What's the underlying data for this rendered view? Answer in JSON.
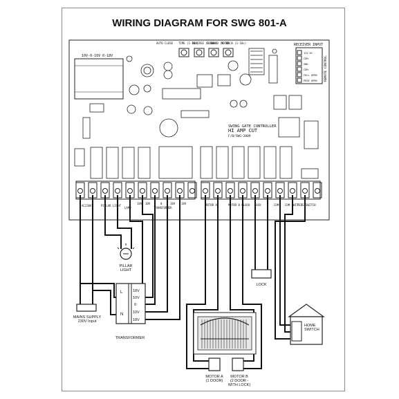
{
  "title": "WIRING DIAGRAM FOR SWG 801-A",
  "board": {
    "name": "SWING GATE CONTROLLER",
    "subtitle": "HI AMP CUT",
    "drawing_no": "F/B/SWG-2009",
    "receiver_input": "RECEIVER INPUT",
    "remote_control": "REMOTE CONTROL",
    "transformer_label": "10V-0-10V  0-18V",
    "timer_labels": [
      "AUTO CLOSE",
      "TIME (1-10s)",
      "REVERSE (1-30s)",
      "FORWARD (1-30s)",
      "MOTOR A (1-10s)"
    ],
    "receiver_pins": [
      "12V DC",
      "COM",
      "GND",
      "COM",
      "FULL OPEN",
      "PEDE OPEN"
    ]
  },
  "terminal_labels": {
    "left": [
      "AC230V",
      "PILLAR LIGHT",
      "LAMP",
      "18V",
      "10V",
      "0",
      "10V",
      "18V"
    ],
    "left_group": "TRANSFORMER",
    "right": [
      "MOTOR A",
      "MOTOR B CLOCK",
      "LOCK",
      "COM",
      "COM SWIT",
      "PEDE SWITCH"
    ]
  },
  "components": {
    "pillar_light": "PILLAR\nLIGHT",
    "mains": "MAINS SUPPLY\n230V Input",
    "transformer": "TRANSFORMER",
    "tr_pins_left": [
      "L",
      "",
      "N"
    ],
    "tr_pins_right": [
      "18V",
      "10V",
      "0",
      "10V",
      "18V"
    ],
    "lock": "LOCK",
    "home_switch": "HOME\nSWITCH",
    "motor_a": "MOTOR A\n(1 DOOR)",
    "motor_b": "MOTOR B\n(2 DOOR -\nWITH LOCK)"
  }
}
